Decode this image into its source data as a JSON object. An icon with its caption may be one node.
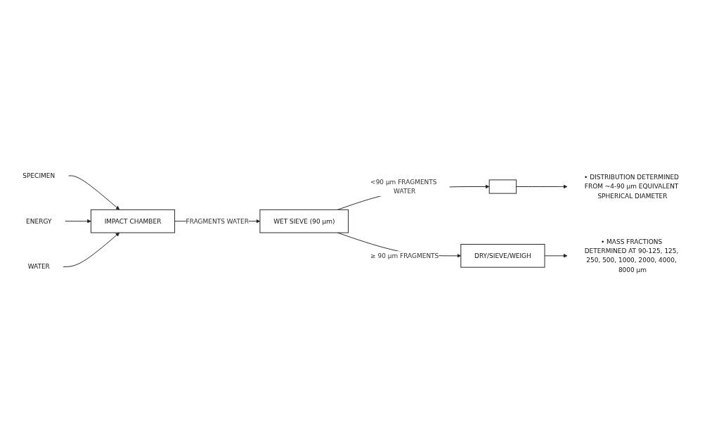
{
  "diagram": {
    "nodes": [
      {
        "text": [
          "SPECIMEN"
        ]
      },
      {
        "text": [
          "ENERGY"
        ]
      },
      {
        "text": [
          "WATER"
        ]
      },
      {
        "text": [
          "IMPACT CHAMBER"
        ]
      },
      {
        "text": [
          "WET SIEVE (90 µm)"
        ]
      },
      {
        "text": [],
        "shape": "box"
      },
      {
        "text": [
          "DRY/SIEVE/WEIGH"
        ]
      },
      {
        "text": [
          "• DISTRIBUTION DETERMINED FROM ~4-90 µm EQUIVALENT SPHERICAL DIAMETER"
        ]
      },
      {
        "text": [
          "• MASS FRACTIONS DETERMINED AT 90-125, 125, 250, 500, 1000, 2000, 4000, 8000 µm"
        ]
      }
    ],
    "edges": [
      {
        "from": 0,
        "to": 3,
        "arrow": "to"
      },
      {
        "from": 1,
        "to": 3,
        "arrow": "to"
      },
      {
        "from": 2,
        "to": 3,
        "arrow": "to"
      },
      {
        "from": 3,
        "to": 4,
        "arrow": "to",
        "label": "FRAGMENTS WATER"
      },
      {
        "from": 4,
        "to": 5,
        "arrow": "to",
        "label": "<90 µm FRAGMENTS WATER"
      },
      {
        "from": 4,
        "to": 6,
        "arrow": "to",
        "label": "≥ 90 µm FRAGMENTS"
      },
      {
        "from": 5,
        "to": 7,
        "arrow": "to"
      },
      {
        "from": 6,
        "to": 8,
        "arrow": "to"
      }
    ]
  }
}
